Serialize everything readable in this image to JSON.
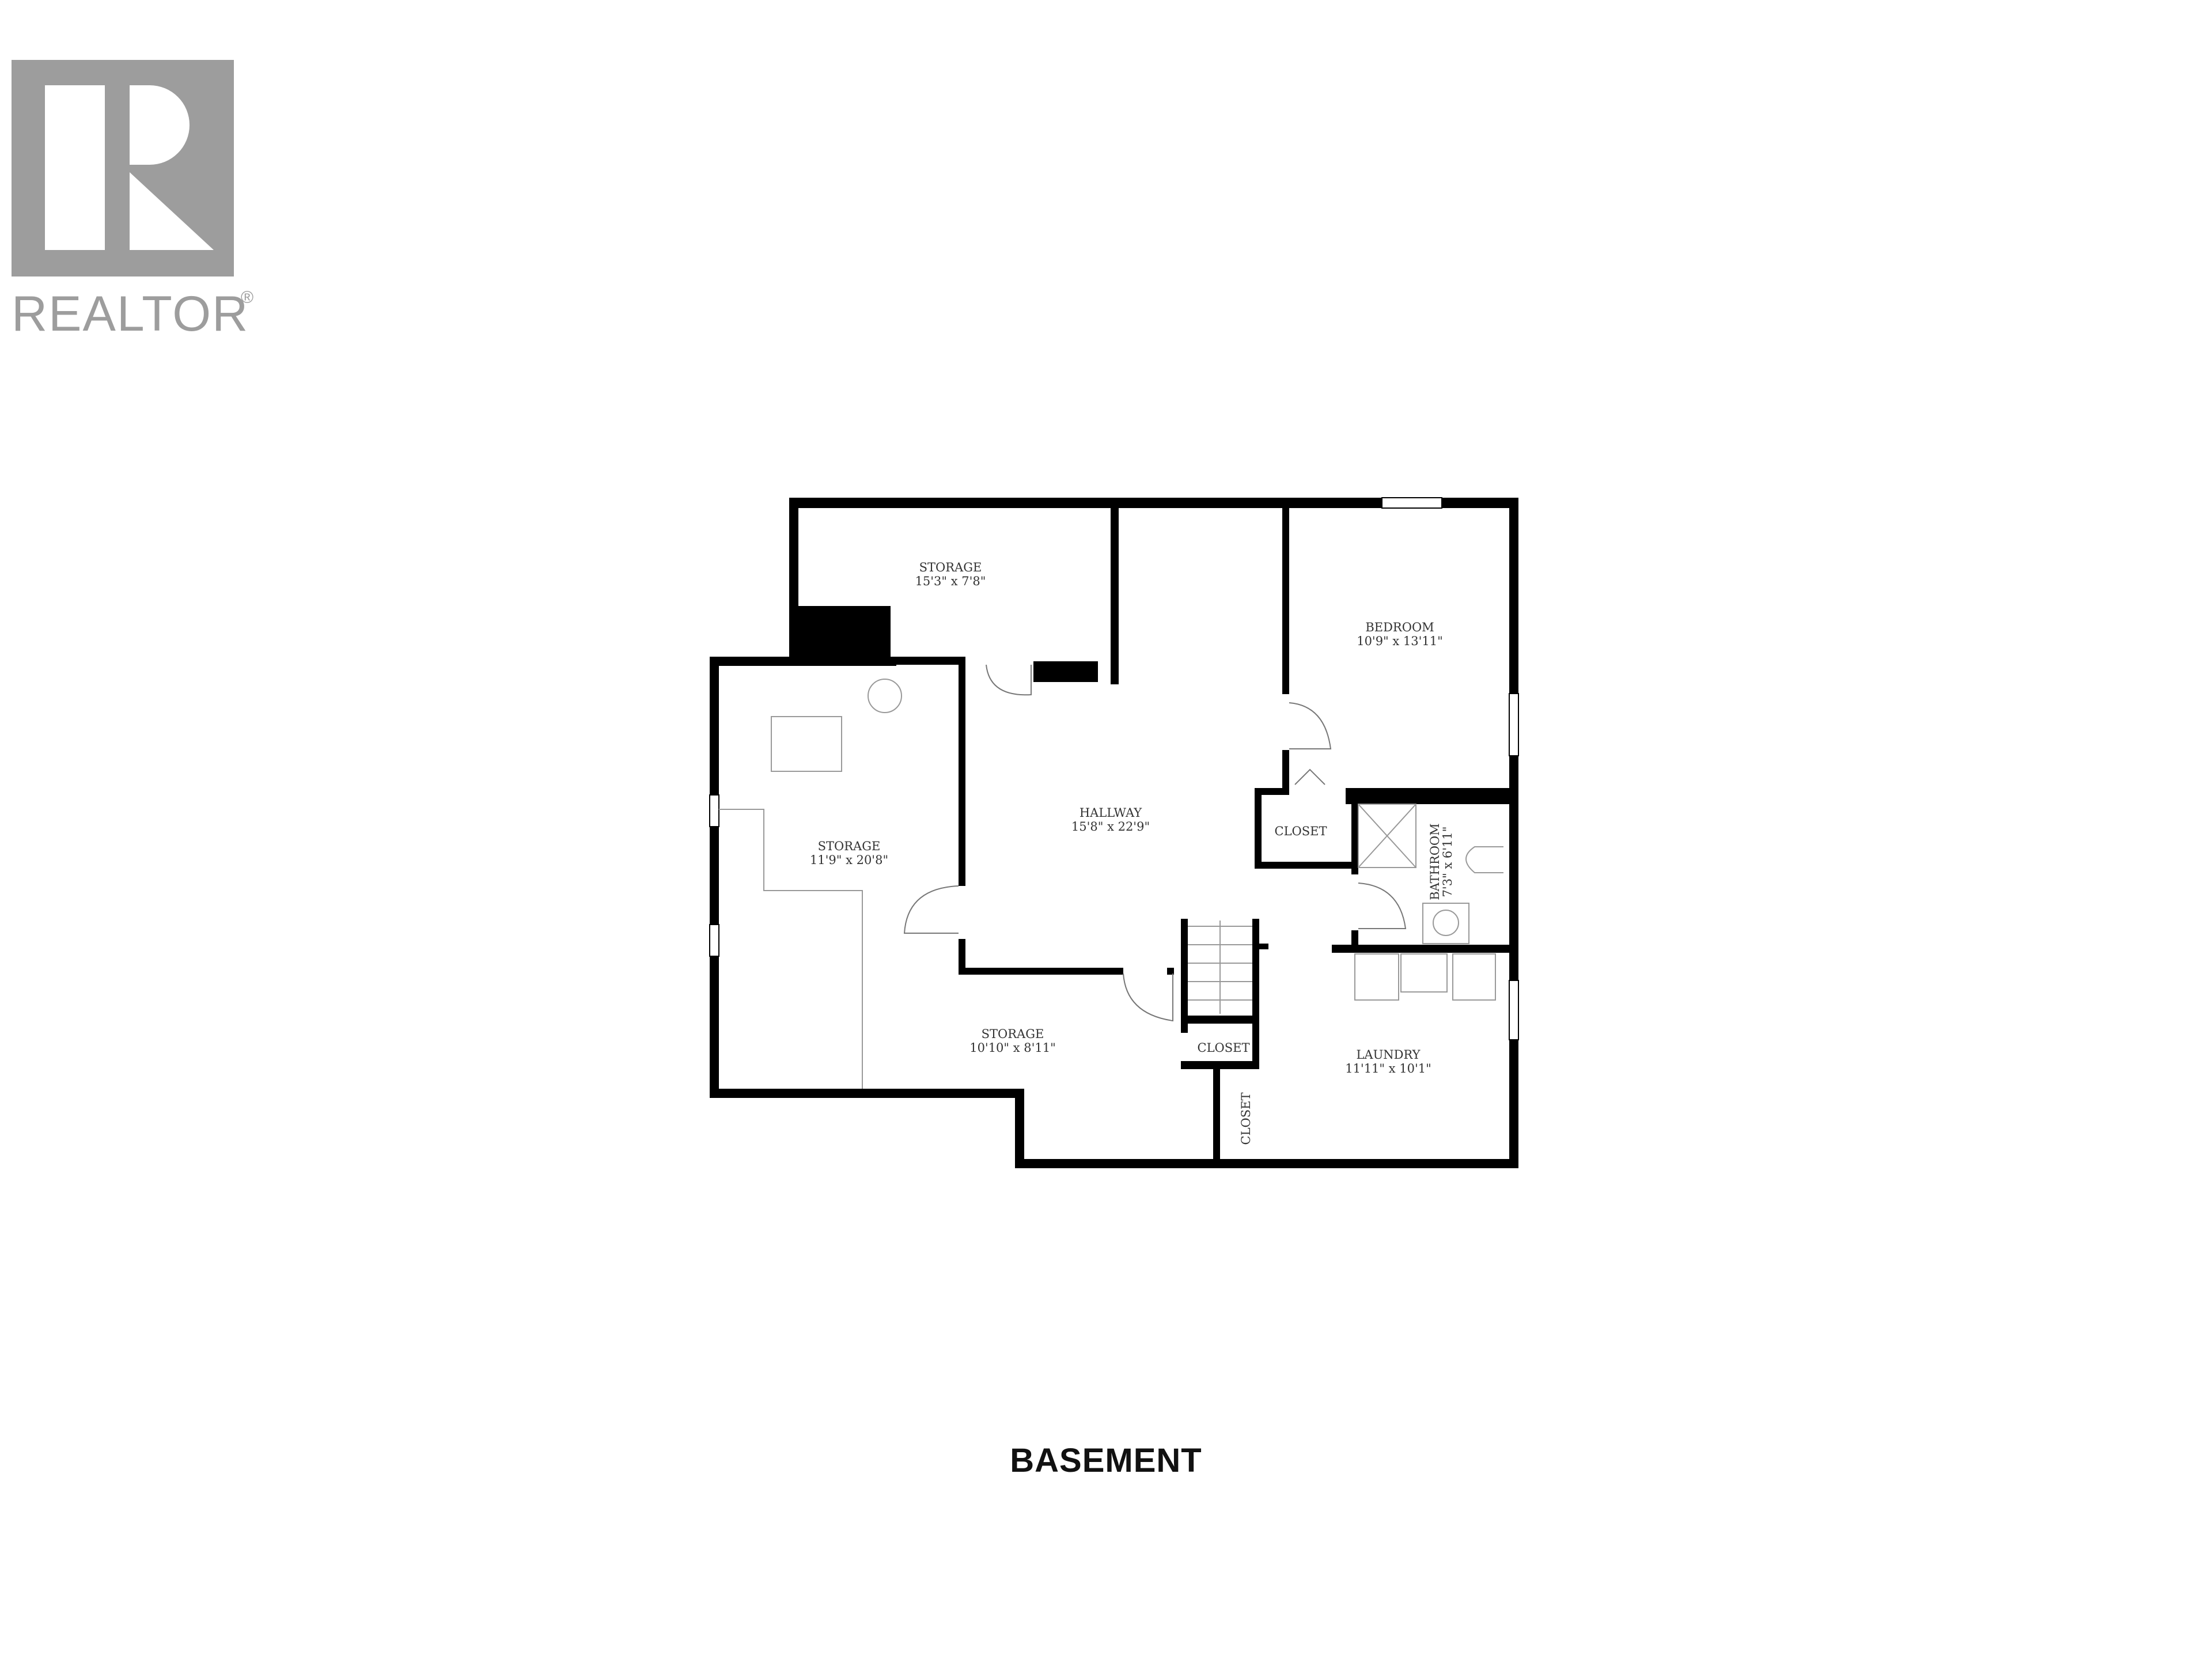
{
  "logo": {
    "wordmark": "REALTOR",
    "registered": "®"
  },
  "floor": {
    "title": "BASEMENT"
  },
  "rooms": [
    {
      "name": "STORAGE",
      "dims": "15'3\" x 7'8\""
    },
    {
      "name": "BEDROOM",
      "dims": "10'9\" x 13'11\""
    },
    {
      "name": "STORAGE",
      "dims": "11'9\" x 20'8\""
    },
    {
      "name": "HALLWAY",
      "dims": "15'8\" x 22'9\""
    },
    {
      "name": "CLOSET",
      "dims": ""
    },
    {
      "name": "BATHROOM",
      "dims": "7'3\" x 6'11\""
    },
    {
      "name": "STORAGE",
      "dims": "10'10\" x 8'11\""
    },
    {
      "name": "CLOSET",
      "dims": ""
    },
    {
      "name": "LAUNDRY",
      "dims": "11'11\" x 10'1\""
    },
    {
      "name": "CLOSET",
      "dims": ""
    }
  ],
  "colors": {
    "wall": "#000000",
    "fixture": "#888888",
    "logo": "#9d9d9d",
    "background": "#ffffff"
  }
}
